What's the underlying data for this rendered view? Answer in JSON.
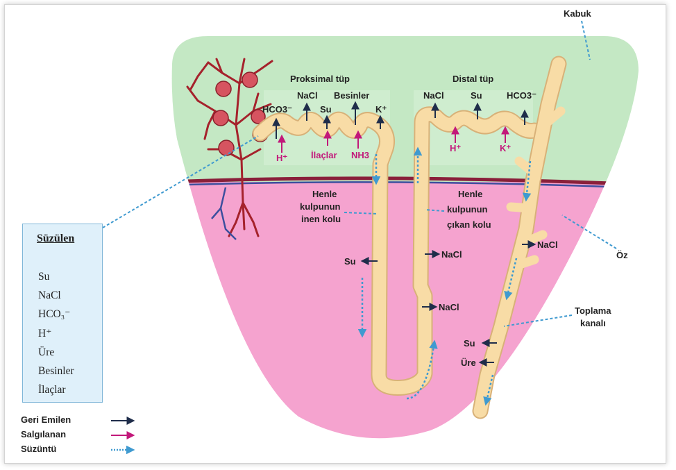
{
  "labels": {
    "cortex": "Kabuk",
    "medulla": "Öz",
    "proximal": "Proksimal tüp",
    "distal": "Distal tüp",
    "henle_desc": [
      "Henle",
      "kulpunun",
      "inen kolu"
    ],
    "henle_asc": [
      "Henle",
      "kulpunun",
      "çıkan kolu"
    ],
    "collecting": [
      "Toplama",
      "kanalı"
    ]
  },
  "proximal": {
    "reabsorbed": [
      "HCO3⁻",
      "NaCl",
      "Su",
      "Besinler",
      "K⁺"
    ],
    "secreted": [
      "H⁺",
      "İlaçlar",
      "NH3"
    ]
  },
  "distal": {
    "reabsorbed": [
      "NaCl",
      "Su",
      "HCO3⁻"
    ],
    "secreted": [
      "H⁺",
      "K⁺"
    ]
  },
  "medulla_labels": {
    "descending_water": "Su",
    "ascending_nacl_1": "NaCl",
    "ascending_nacl_2": "NaCl",
    "collecting_nacl": "NaCl",
    "collecting_water": "Su",
    "collecting_urea": "Üre"
  },
  "filtered": {
    "title": "Süzülen",
    "items": [
      "Su",
      "NaCl",
      "HCO₃⁻",
      "H⁺",
      "Üre",
      "Besinler",
      "İlaçlar"
    ]
  },
  "legend": [
    {
      "label": "Geri Emilen",
      "color": "#1f2d4a",
      "style": "solid"
    },
    {
      "label": "Salgılanan",
      "color": "#c2187a",
      "style": "solid"
    },
    {
      "label": "Süzüntü",
      "color": "#3f9ad0",
      "style": "dotted"
    }
  ],
  "colors": {
    "cortex": "#c4e8c4",
    "medulla": "#f5a3cf",
    "tubule": "#f8dca6",
    "capillary": "#a5222c",
    "filtrate_arrow": "#3f9ad0",
    "reabsorbed_arrow": "#1f2d4a",
    "secreted_arrow": "#c2187a"
  }
}
